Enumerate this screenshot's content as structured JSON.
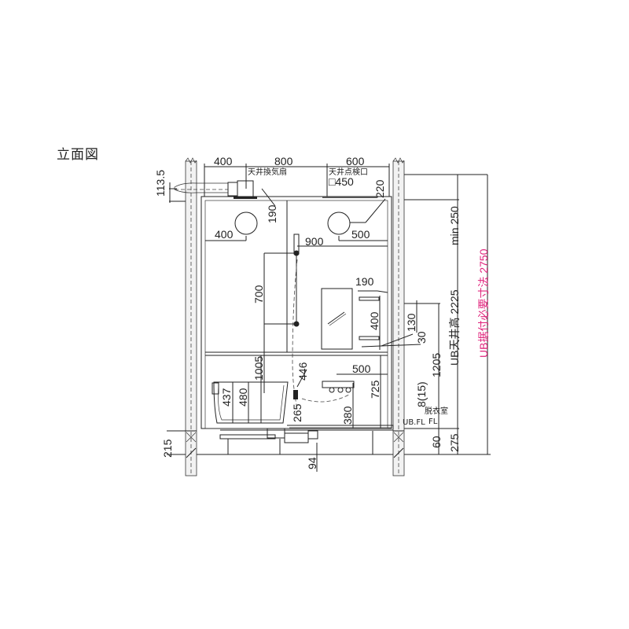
{
  "title": "立面図",
  "top_dimensions": [
    "400",
    "800",
    "600"
  ],
  "labels": {
    "ceiling_fan": "天井換気扇",
    "ceiling_hatch": "天井点検口",
    "hatch_size": "□450",
    "ub_ceiling_height": "UB天井高 2225",
    "ub_required_height": "UB据付必要寸法 2750",
    "ub_fl": "UB.FL",
    "dressing_room_fl_top": "脱衣室",
    "dressing_room_fl_bottom": "FL"
  },
  "dimensions": {
    "d113_5": "113.5",
    "d190_fan": "190",
    "d220": "220",
    "d400_left_light": "400",
    "d500_right_light": "500",
    "d900": "900",
    "d700": "700",
    "d190_shelf": "190",
    "d400_shelf": "400",
    "d130": "130",
    "d30": "30",
    "d1005": "1005",
    "d446": "446",
    "d437": "437",
    "d480": "480",
    "d265": "265",
    "d500_faucet": "500",
    "d380": "380",
    "d725": "725",
    "d8_15": "8(15)",
    "d1205": "1205",
    "d60": "60",
    "d275": "275",
    "d215": "215",
    "d94": "94",
    "min250": "min 250",
    "ub_ceiling_value": "2225",
    "ub_required_value": "2750"
  },
  "colors": {
    "line": "#222222",
    "accent": "#e0247c"
  }
}
